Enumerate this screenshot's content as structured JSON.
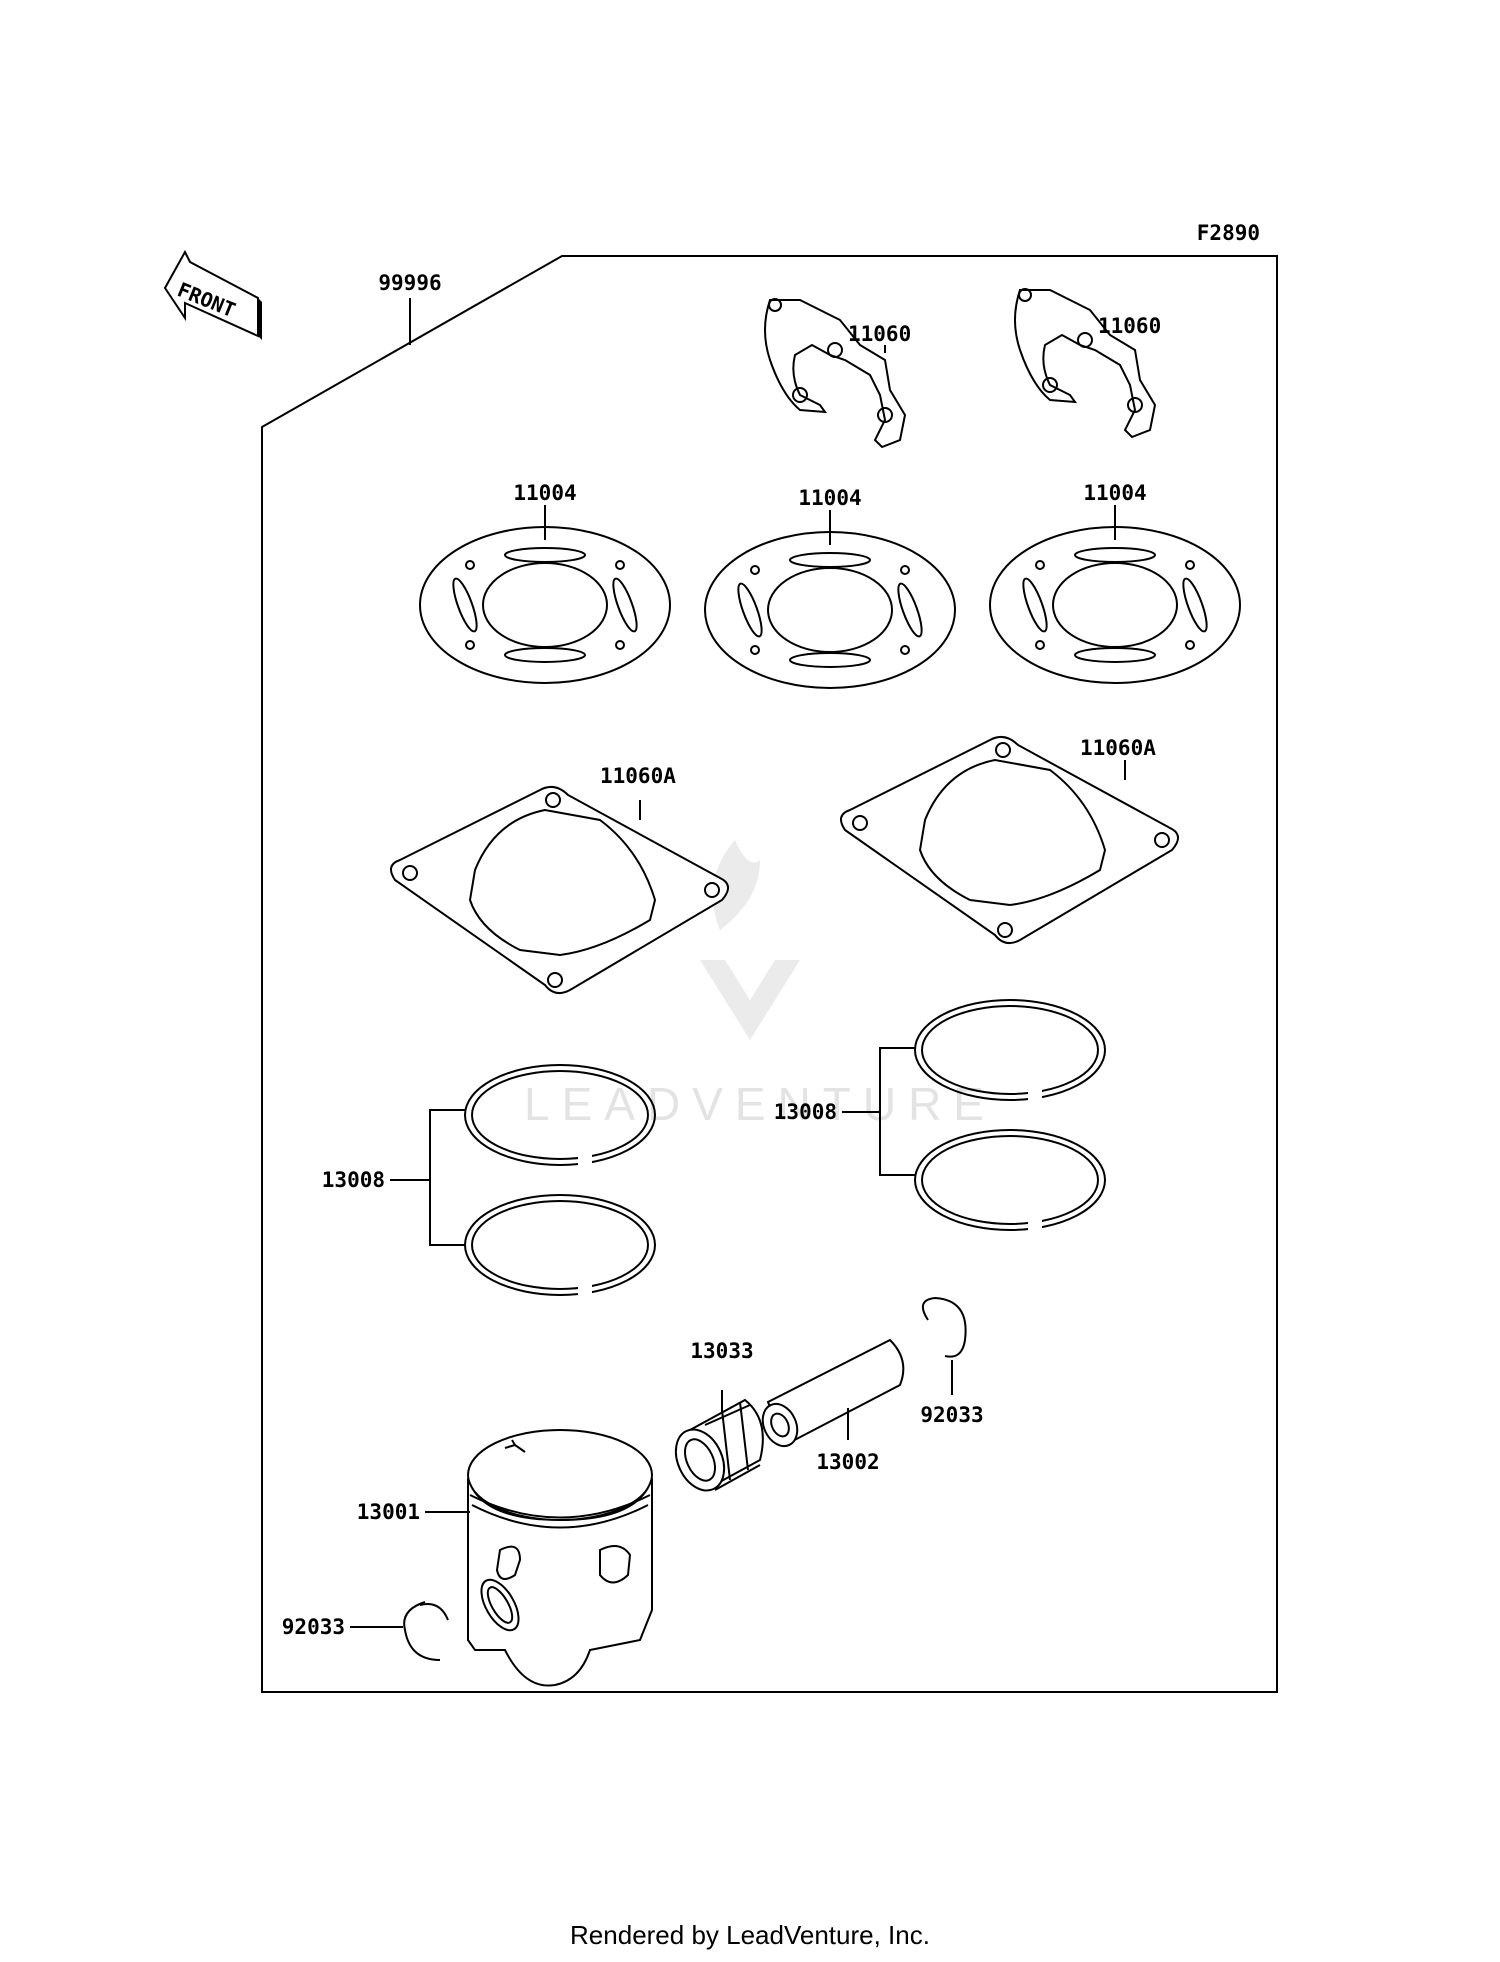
{
  "diagram": {
    "figure_code": "F2890",
    "front_arrow_label": "FRONT",
    "watermark": "LEADVENTURE",
    "footer": "Rendered by LeadVenture, Inc.",
    "callouts": {
      "kit": "99996",
      "gasket_a": "11060",
      "gasket_b": "11060",
      "head_gasket_1": "11004",
      "head_gasket_2": "11004",
      "head_gasket_3": "11004",
      "base_gasket_1": "11060A",
      "base_gasket_2": "11060A",
      "ring_set_left": "13008",
      "ring_set_right": "13008",
      "bearing": "13033",
      "piston_pin": "13002",
      "circlip_right": "92033",
      "piston": "13001",
      "circlip_left": "92033"
    }
  }
}
